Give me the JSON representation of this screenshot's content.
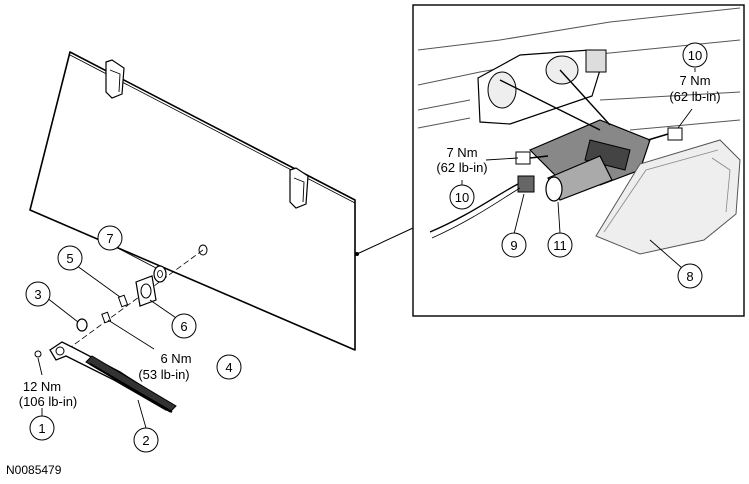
{
  "figure_id": "N0085479",
  "callouts": [
    {
      "id": "1",
      "label": "1"
    },
    {
      "id": "2",
      "label": "2"
    },
    {
      "id": "3",
      "label": "3"
    },
    {
      "id": "4",
      "label": "4"
    },
    {
      "id": "5",
      "label": "5"
    },
    {
      "id": "6",
      "label": "6"
    },
    {
      "id": "7",
      "label": "7"
    },
    {
      "id": "8",
      "label": "8"
    },
    {
      "id": "9",
      "label": "9"
    },
    {
      "id": "10a",
      "label": "10"
    },
    {
      "id": "10b",
      "label": "10"
    },
    {
      "id": "11",
      "label": "11"
    }
  ],
  "torque_specs": {
    "arm_nut": {
      "line1": "12 Nm",
      "line2": "(106 lb-in)"
    },
    "pivot_nut": {
      "line1": "6 Nm",
      "line2": "(53 lb-in)"
    },
    "motor_left": {
      "line1": "7 Nm",
      "line2": "(62 lb-in)"
    },
    "motor_right": {
      "line1": "7 Nm",
      "line2": "(62 lb-in)"
    }
  }
}
